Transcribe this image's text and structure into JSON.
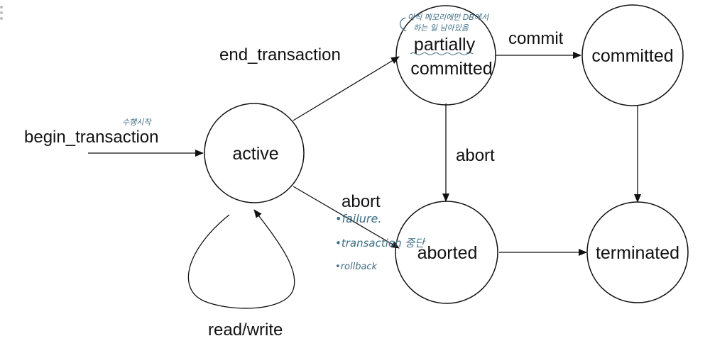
{
  "states": {
    "active": "active",
    "partially_line1": "partially",
    "partially_line2": "committed",
    "committed": "committed",
    "aborted": "aborted",
    "terminated": "terminated"
  },
  "transitions": {
    "begin": "begin_transaction",
    "end": "end_transaction",
    "commit": "commit",
    "abort_partial": "abort",
    "abort_active": "abort",
    "readwrite": "read/write"
  },
  "annotations": {
    "begin_note": "수행시작",
    "partial_note_line1": "아직 메모리에만 DB에서",
    "partial_note_line2": "하는 일 남아있음",
    "abort_note_1": "•failure.",
    "abort_note_2": "•transaction 중단",
    "abort_note_3": "•rollback"
  },
  "colors": {
    "ink": "#111111",
    "pen": "#3f6f86"
  }
}
